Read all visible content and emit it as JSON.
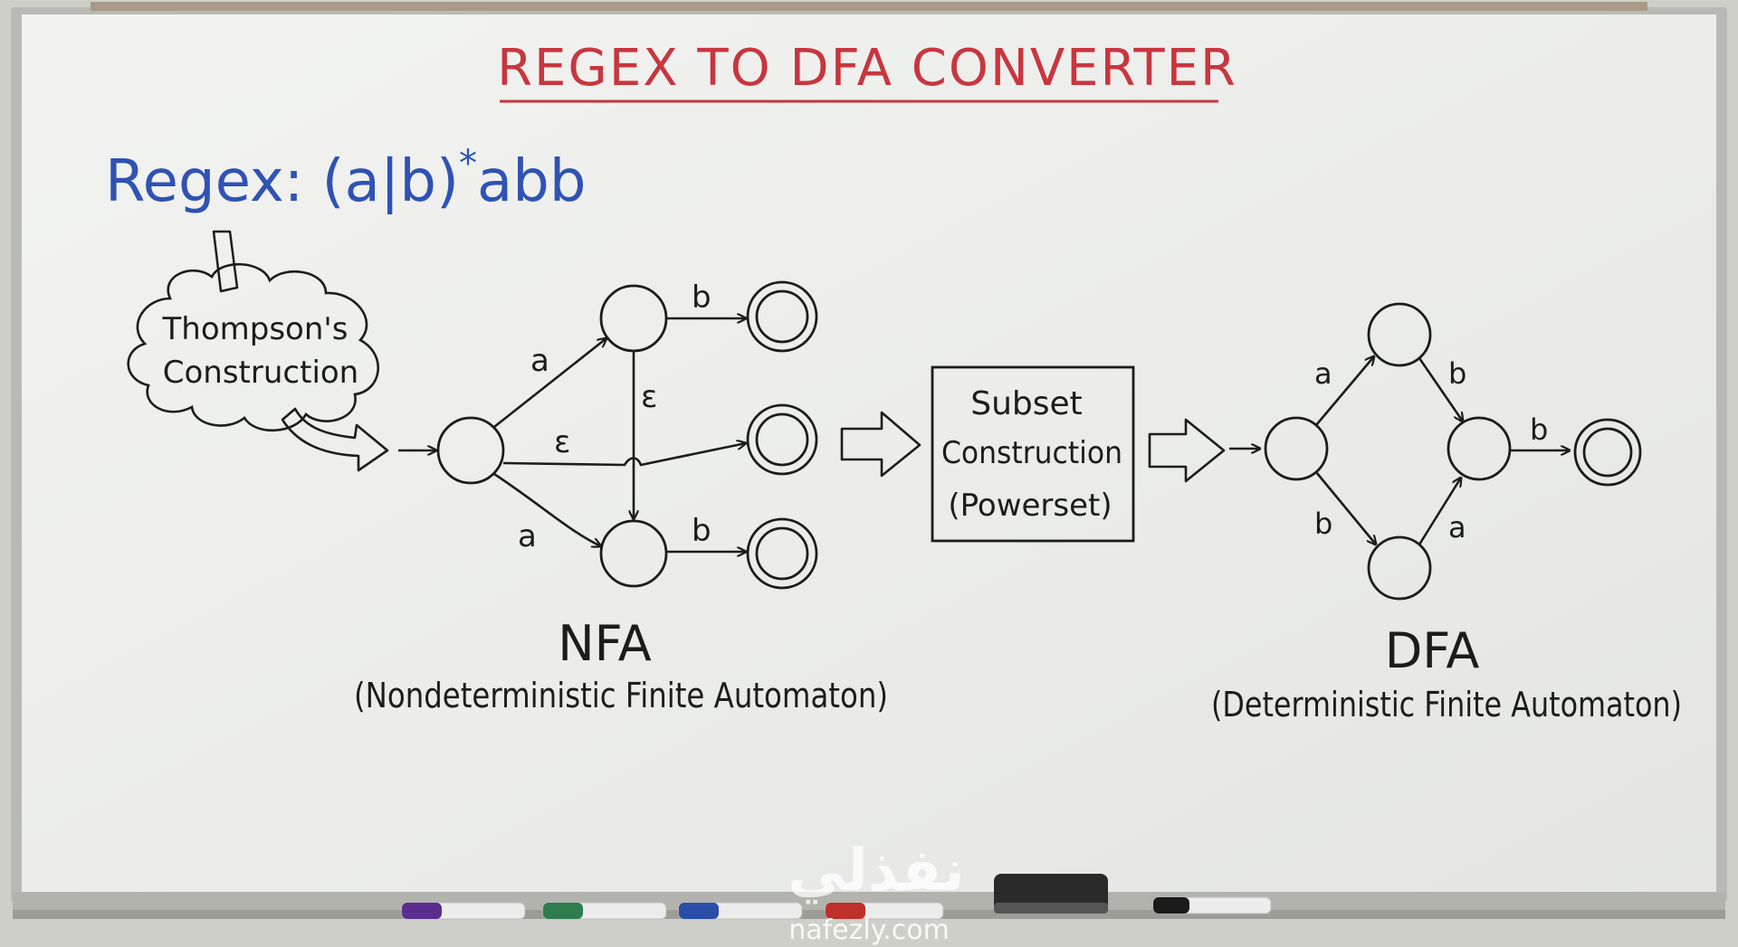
{
  "title": "REGEX TO DFA CONVERTER",
  "regex": {
    "prefix": "Regex: (a|b)",
    "star": "*",
    "suffix": "abb"
  },
  "thompson": {
    "line1": "Thompson's",
    "line2": "Construction"
  },
  "subset": {
    "line1": "Subset",
    "line2": "Construction",
    "line3": "(Powerset)"
  },
  "nfa": {
    "label": "NFA",
    "caption": "(Nondeterministic Finite Automaton)",
    "edges": {
      "a_top": "a",
      "b_top": "b",
      "eps_vertical": "ε",
      "eps_middle": "ε",
      "a_bottom": "a",
      "b_bottom": "b"
    }
  },
  "dfa": {
    "label": "DFA",
    "caption": "(Deterministic Finite Automaton)",
    "edges": {
      "a_top": "a",
      "b_top": "b",
      "b_bottom": "b",
      "a_bottom": "a",
      "b_final": "b"
    }
  },
  "watermark": {
    "arabic": "نفذلي",
    "url": "nafezly.com"
  },
  "colors": {
    "title": "#c8363f",
    "regex": "#2f52b4",
    "ink": "#1c1c1c",
    "board": "#ecedea",
    "frame": "#b8b8b4",
    "marker_purple": "#5b2d8e",
    "marker_green": "#2e7d4f",
    "marker_blue": "#2a4ea8",
    "marker_red": "#c0302c",
    "marker_black": "#1b1b1b"
  },
  "icons": [
    "marker-purple-icon",
    "marker-green-icon",
    "marker-blue-icon",
    "marker-red-icon",
    "eraser-icon",
    "marker-black-icon"
  ]
}
